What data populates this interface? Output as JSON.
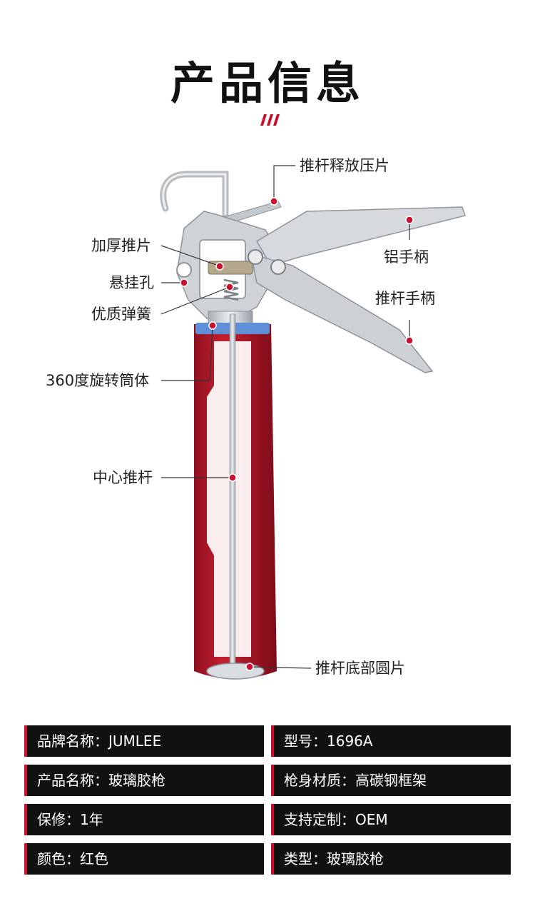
{
  "page": {
    "title": "产品信息"
  },
  "colors": {
    "accent": "#c8102e",
    "gun_body": "#b3172a",
    "spec_bg": "#111111"
  },
  "callouts": [
    "推杆释放压片",
    "铝手柄",
    "加厚推片",
    "悬挂孔",
    "推杆手柄",
    "优质弹簧",
    "360度旋转筒体",
    "中心推杆",
    "推杆底部圆片"
  ],
  "specs": [
    {
      "label": "品牌名称：JUMLEE"
    },
    {
      "label": "型号：1696A"
    },
    {
      "label": "产品名称：玻璃胶枪"
    },
    {
      "label": "枪身材质：高碳钢框架"
    },
    {
      "label": "保修：1年"
    },
    {
      "label": "支持定制：OEM"
    },
    {
      "label": "颜色：红色"
    },
    {
      "label": "类型：玻璃胶枪"
    }
  ]
}
